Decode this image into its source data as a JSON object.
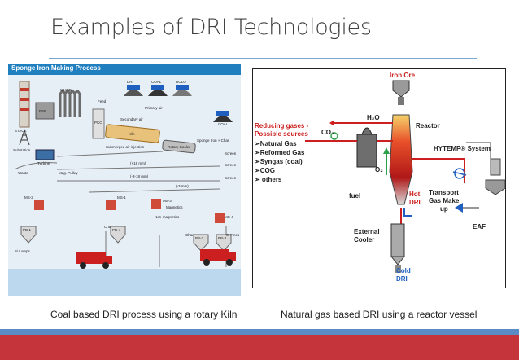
{
  "slide": {
    "title": "Examples of DRI Technologies",
    "caption_left": "Coal based DRI process using a rotary Kiln",
    "caption_right": "Natural gas based DRI using a reactor vessel"
  },
  "left_diagram": {
    "header": "Sponge Iron Making Process",
    "piles": [
      "DRI",
      "COAL",
      "DOLO"
    ],
    "labels": [
      "WHRB",
      "ESP",
      "STACK",
      "Turbine",
      "Substation",
      "Feed",
      "Primary air",
      "Secondary air",
      "PCC",
      "Kiln",
      "Submerged air injection",
      "Rotary Cooler",
      "Sponge Iron + Char",
      "COAL",
      "Screen",
      "(+18 mm)",
      "(-3-18 mm)",
      "(-3 mm)",
      "Screen",
      "Screen",
      "Waste",
      "Mag. Pulley",
      "MS-2",
      "MS-1",
      "MS-3",
      "MS-4",
      "Magnetics",
      "Non-magnetics",
      "PB-1",
      "PB-4",
      "PB-2",
      "PB-3",
      "Si Lumps",
      "Char",
      "Char",
      "Si Fines"
    ]
  },
  "right_diagram": {
    "iron_ore": "Iron Ore",
    "reactor": "Reactor",
    "h2o": "H₂O",
    "co2": "CO₂",
    "o2": "O₂",
    "fuel": "fuel",
    "reducing_title_1": "Reducing gases -",
    "reducing_title_2": "Possible sources",
    "sources": [
      "➢Natural Gas",
      "➢Reformed Gas",
      "➢Syngas (coal)",
      "➢COG",
      "➢ others"
    ],
    "hytemp": "HYTEMP® System",
    "hot_dri_1": "Hot",
    "hot_dri_2": "DRI",
    "transport_1": "Transport",
    "transport_2": "Gas Make",
    "transport_3": "up",
    "eaf": "EAF",
    "external_1": "External",
    "external_2": "Cooler",
    "cold_dri_1": "Cold",
    "cold_dri_2": "DRI"
  },
  "colors": {
    "title": "#404040",
    "rule": "#7aa6cf",
    "footer_blue": "#5b8bc4",
    "footer_red": "#c5343a",
    "reducing_red": "#cc1f1f",
    "link_blue": "#1f5fbf"
  }
}
